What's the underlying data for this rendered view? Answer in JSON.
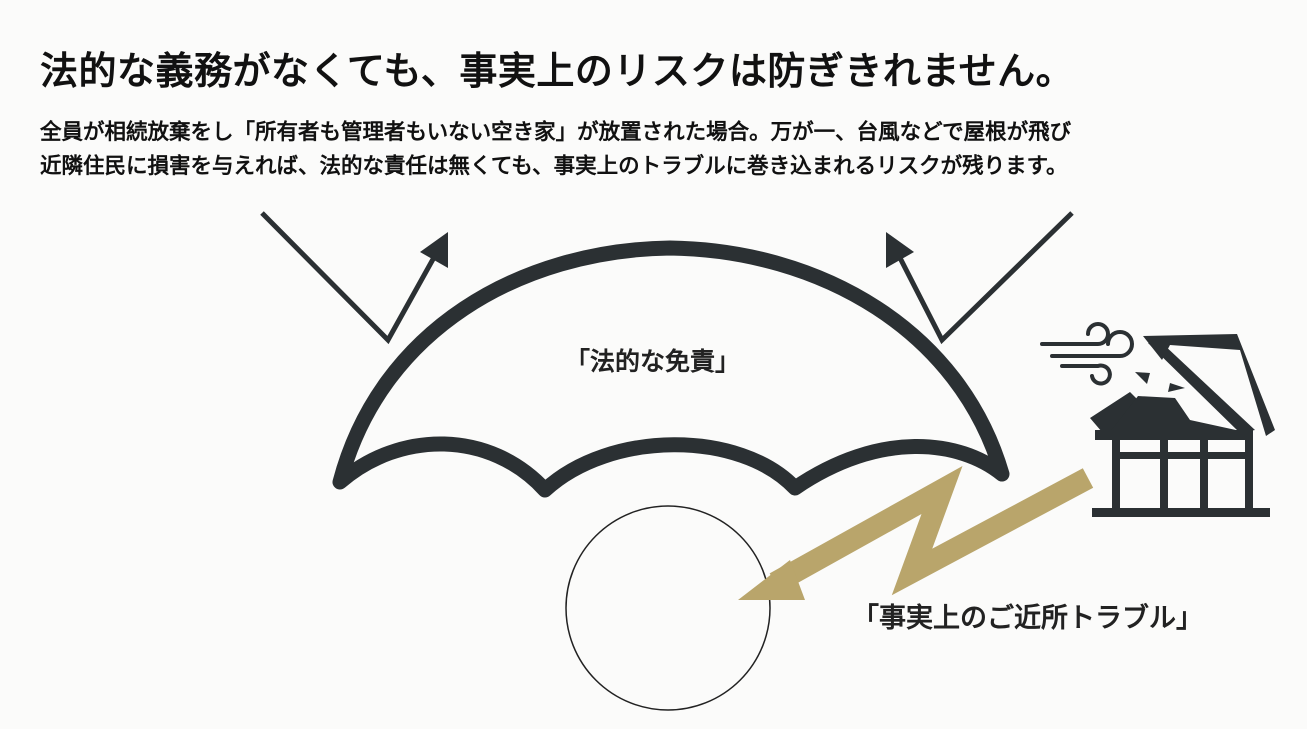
{
  "title": "法的な義務がなくても、事実上のリスクは防ぎきれません。",
  "body_lines": [
    "全員が相続放棄をし「所有者も管理者もいない空き家」が放置された場合。万が一、台風などで屋根が飛び",
    "近隣住民に損害を与えれば、法的な責任は無くても、事実上のトラブルに巻き込まれるリスクが残ります。"
  ],
  "labels": {
    "shield": "「法的な免責」",
    "trouble": "「事実上のご近所トラブル」"
  },
  "colors": {
    "dark": "#2b3033",
    "gold": "#b9a56b",
    "background": "#fbfbfa"
  },
  "icons": [
    "umbrella-icon",
    "deflect-arrow-icon",
    "person-circle-icon",
    "damaged-house-icon",
    "wind-icon",
    "lightning-arrow-icon"
  ]
}
